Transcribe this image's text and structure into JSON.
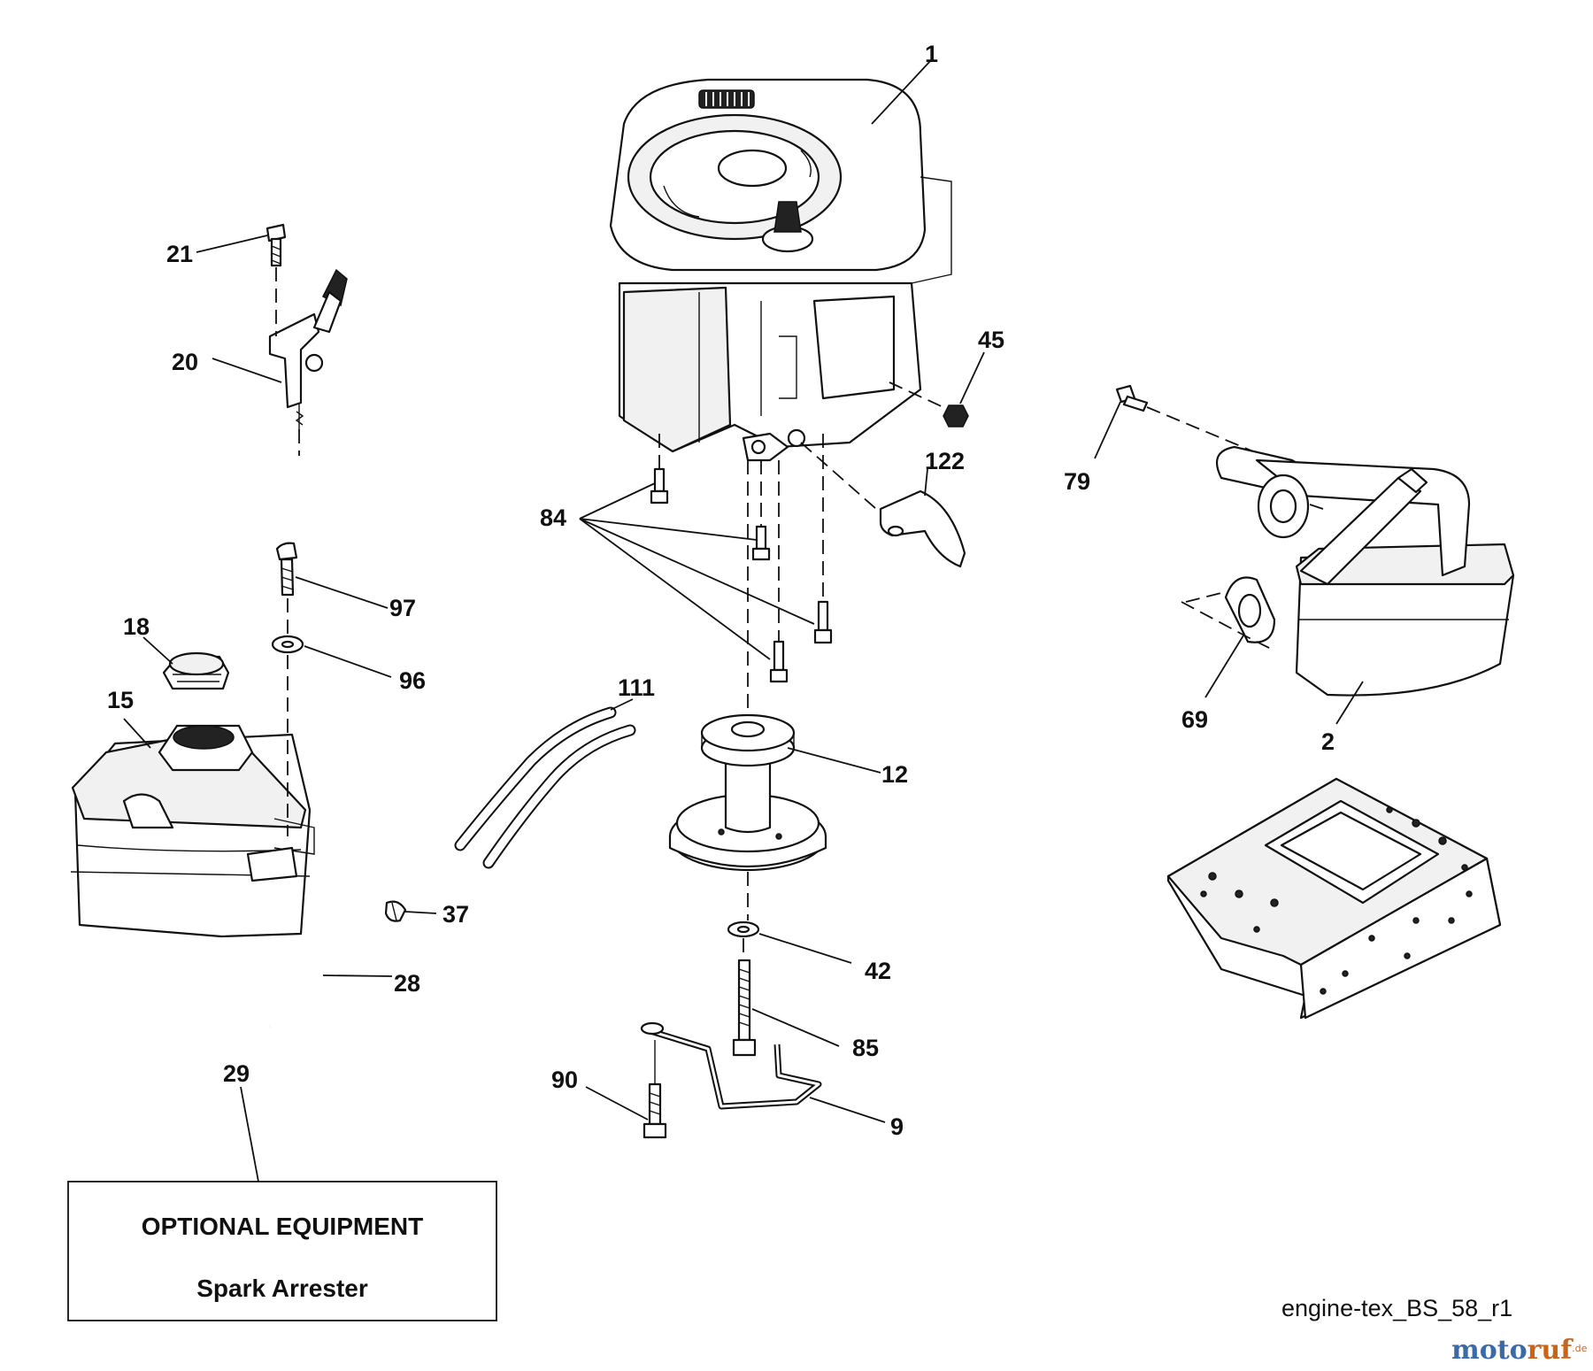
{
  "callouts": {
    "c1": "1",
    "c2": "2",
    "c9": "9",
    "c12": "12",
    "c15": "15",
    "c18": "18",
    "c20": "20",
    "c21": "21",
    "c28": "28",
    "c29": "29",
    "c37": "37",
    "c42": "42",
    "c45": "45",
    "c69": "69",
    "c79": "79",
    "c84": "84",
    "c85": "85",
    "c90": "90",
    "c96": "96",
    "c97": "97",
    "c111": "111",
    "c122": "122"
  },
  "optional_box": {
    "title": "OPTIONAL EQUIPMENT",
    "item": "Spark Arrester"
  },
  "drawing_ref": "engine-tex_BS_58_r1",
  "watermark": {
    "brand_a": "moto",
    "brand_b": "ruf",
    "tld": ".de",
    "color_a": "#3a6aa8",
    "color_b": "#c8651a"
  }
}
